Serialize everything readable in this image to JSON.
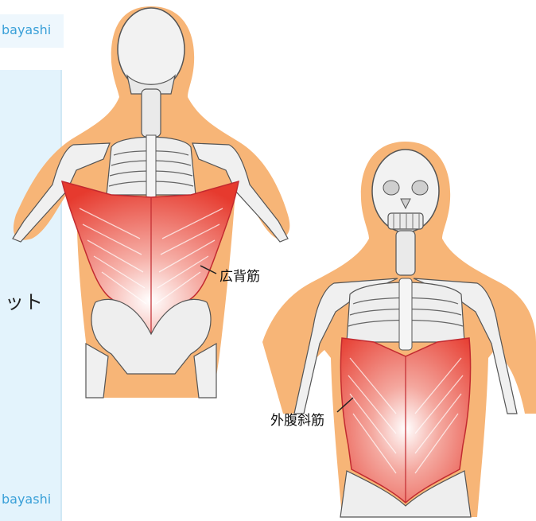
{
  "brand": {
    "top": "bayashi",
    "bottom": "bayashi"
  },
  "side_text": "ット",
  "labels": {
    "latissimus": "広背筋",
    "external_oblique": "外腹斜筋"
  },
  "colors": {
    "body_silhouette": "#f7b577",
    "muscle_red": "#e63a2e",
    "bone": "#f2f2f2",
    "outline": "#555555",
    "panel": "#e3f3fc",
    "brand_text": "#3aa0d8"
  }
}
